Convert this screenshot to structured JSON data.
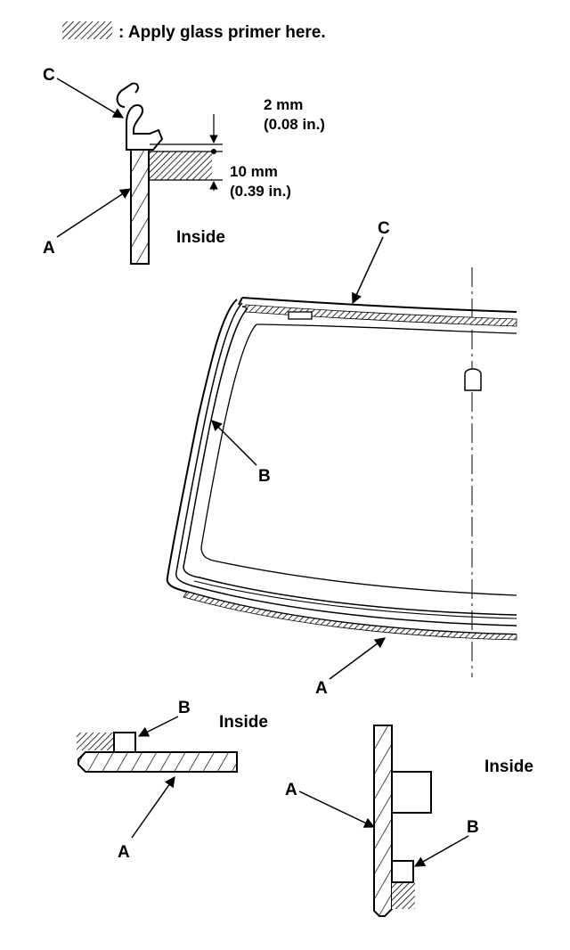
{
  "legend": {
    "text": ": Apply glass primer here."
  },
  "labels": {
    "a": "A",
    "b": "B",
    "c": "C",
    "inside": "Inside"
  },
  "dimensions": {
    "gap_metric": "2 mm",
    "gap_imperial": "(0.08 in.)",
    "width_metric": "10 mm",
    "width_imperial": "(0.39 in.)"
  }
}
